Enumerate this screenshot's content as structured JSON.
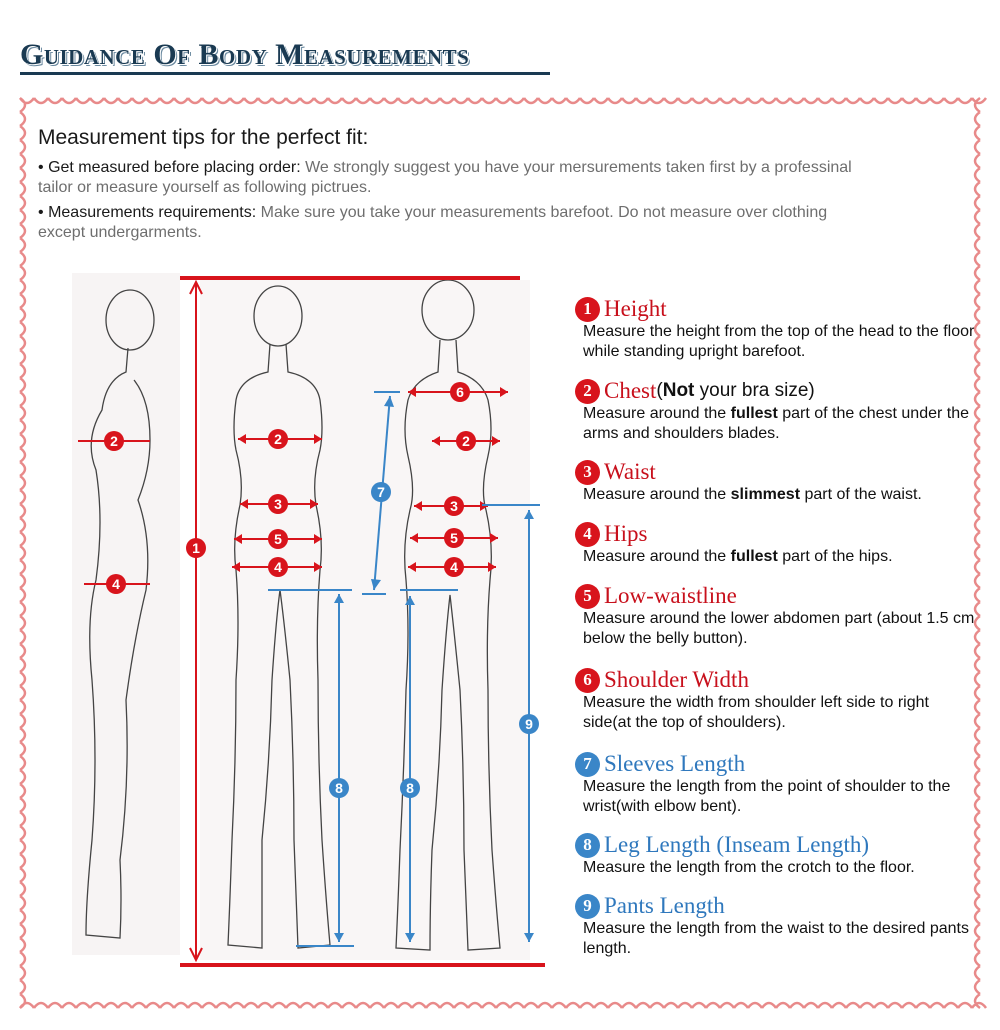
{
  "title": "Guidance Of Body Measurements",
  "colors": {
    "red": "#d8141c",
    "blue": "#3a86c8",
    "frame": "#e88a8a",
    "title": "#1a3a52"
  },
  "tips": {
    "heading": "Measurement tips for the perfect fit:",
    "items": [
      {
        "bullet": "•",
        "lead": "Get measured before placing order:",
        "text": " We strongly suggest you have your mersurements taken first by a professinal tailor or measure yourself as following pictrues."
      },
      {
        "bullet": "•",
        "lead": "Measurements requirements:",
        "text": " Make sure you take your measurements barefoot. Do not measure over clothing except undergarments."
      }
    ]
  },
  "markers": [
    "1",
    "2",
    "3",
    "4",
    "5",
    "6",
    "7",
    "8",
    "9"
  ],
  "legend": [
    {
      "num": "1",
      "title": "Height",
      "color": "red",
      "extra_pre": "",
      "extra_bold": "",
      "extra_post": "",
      "desc_parts": [
        "Measure the height from the top of the head to the floor while standing upright barefoot."
      ]
    },
    {
      "num": "2",
      "title": "Chest",
      "color": "red",
      "extra_pre": "(",
      "extra_bold": "Not",
      "extra_post": " your bra size)",
      "desc_pre": "Measure around the ",
      "desc_bold": "fullest",
      "desc_post": "  part of the chest under the arms and shoulders blades."
    },
    {
      "num": "3",
      "title": "Waist",
      "color": "red",
      "desc_pre": "Measure around the ",
      "desc_bold": "slimmest",
      "desc_post": " part of the waist."
    },
    {
      "num": "4",
      "title": "Hips",
      "color": "red",
      "desc_pre": "Measure around the ",
      "desc_bold": "fullest",
      "desc_post": " part of the hips."
    },
    {
      "num": "5",
      "title": "Low-waistline",
      "color": "red",
      "desc": "Measure around the lower abdomen part (about 1.5 cm below the belly button)."
    },
    {
      "num": "6",
      "title": "Shoulder Width",
      "color": "red",
      "desc": "Measure the width from shoulder left side to right side(at the top of shoulders)."
    },
    {
      "num": "7",
      "title": "Sleeves Length",
      "color": "blue",
      "desc": "Measure the length from the point of shoulder to the wrist(with elbow bent)."
    },
    {
      "num": "8",
      "title": "Leg Length (Inseam Length)",
      "color": "blue",
      "desc": "Measure the length from the crotch to the floor."
    },
    {
      "num": "9",
      "title": "Pants Length",
      "color": "blue",
      "desc": "Measure the length from the waist to the desired pants length."
    }
  ]
}
